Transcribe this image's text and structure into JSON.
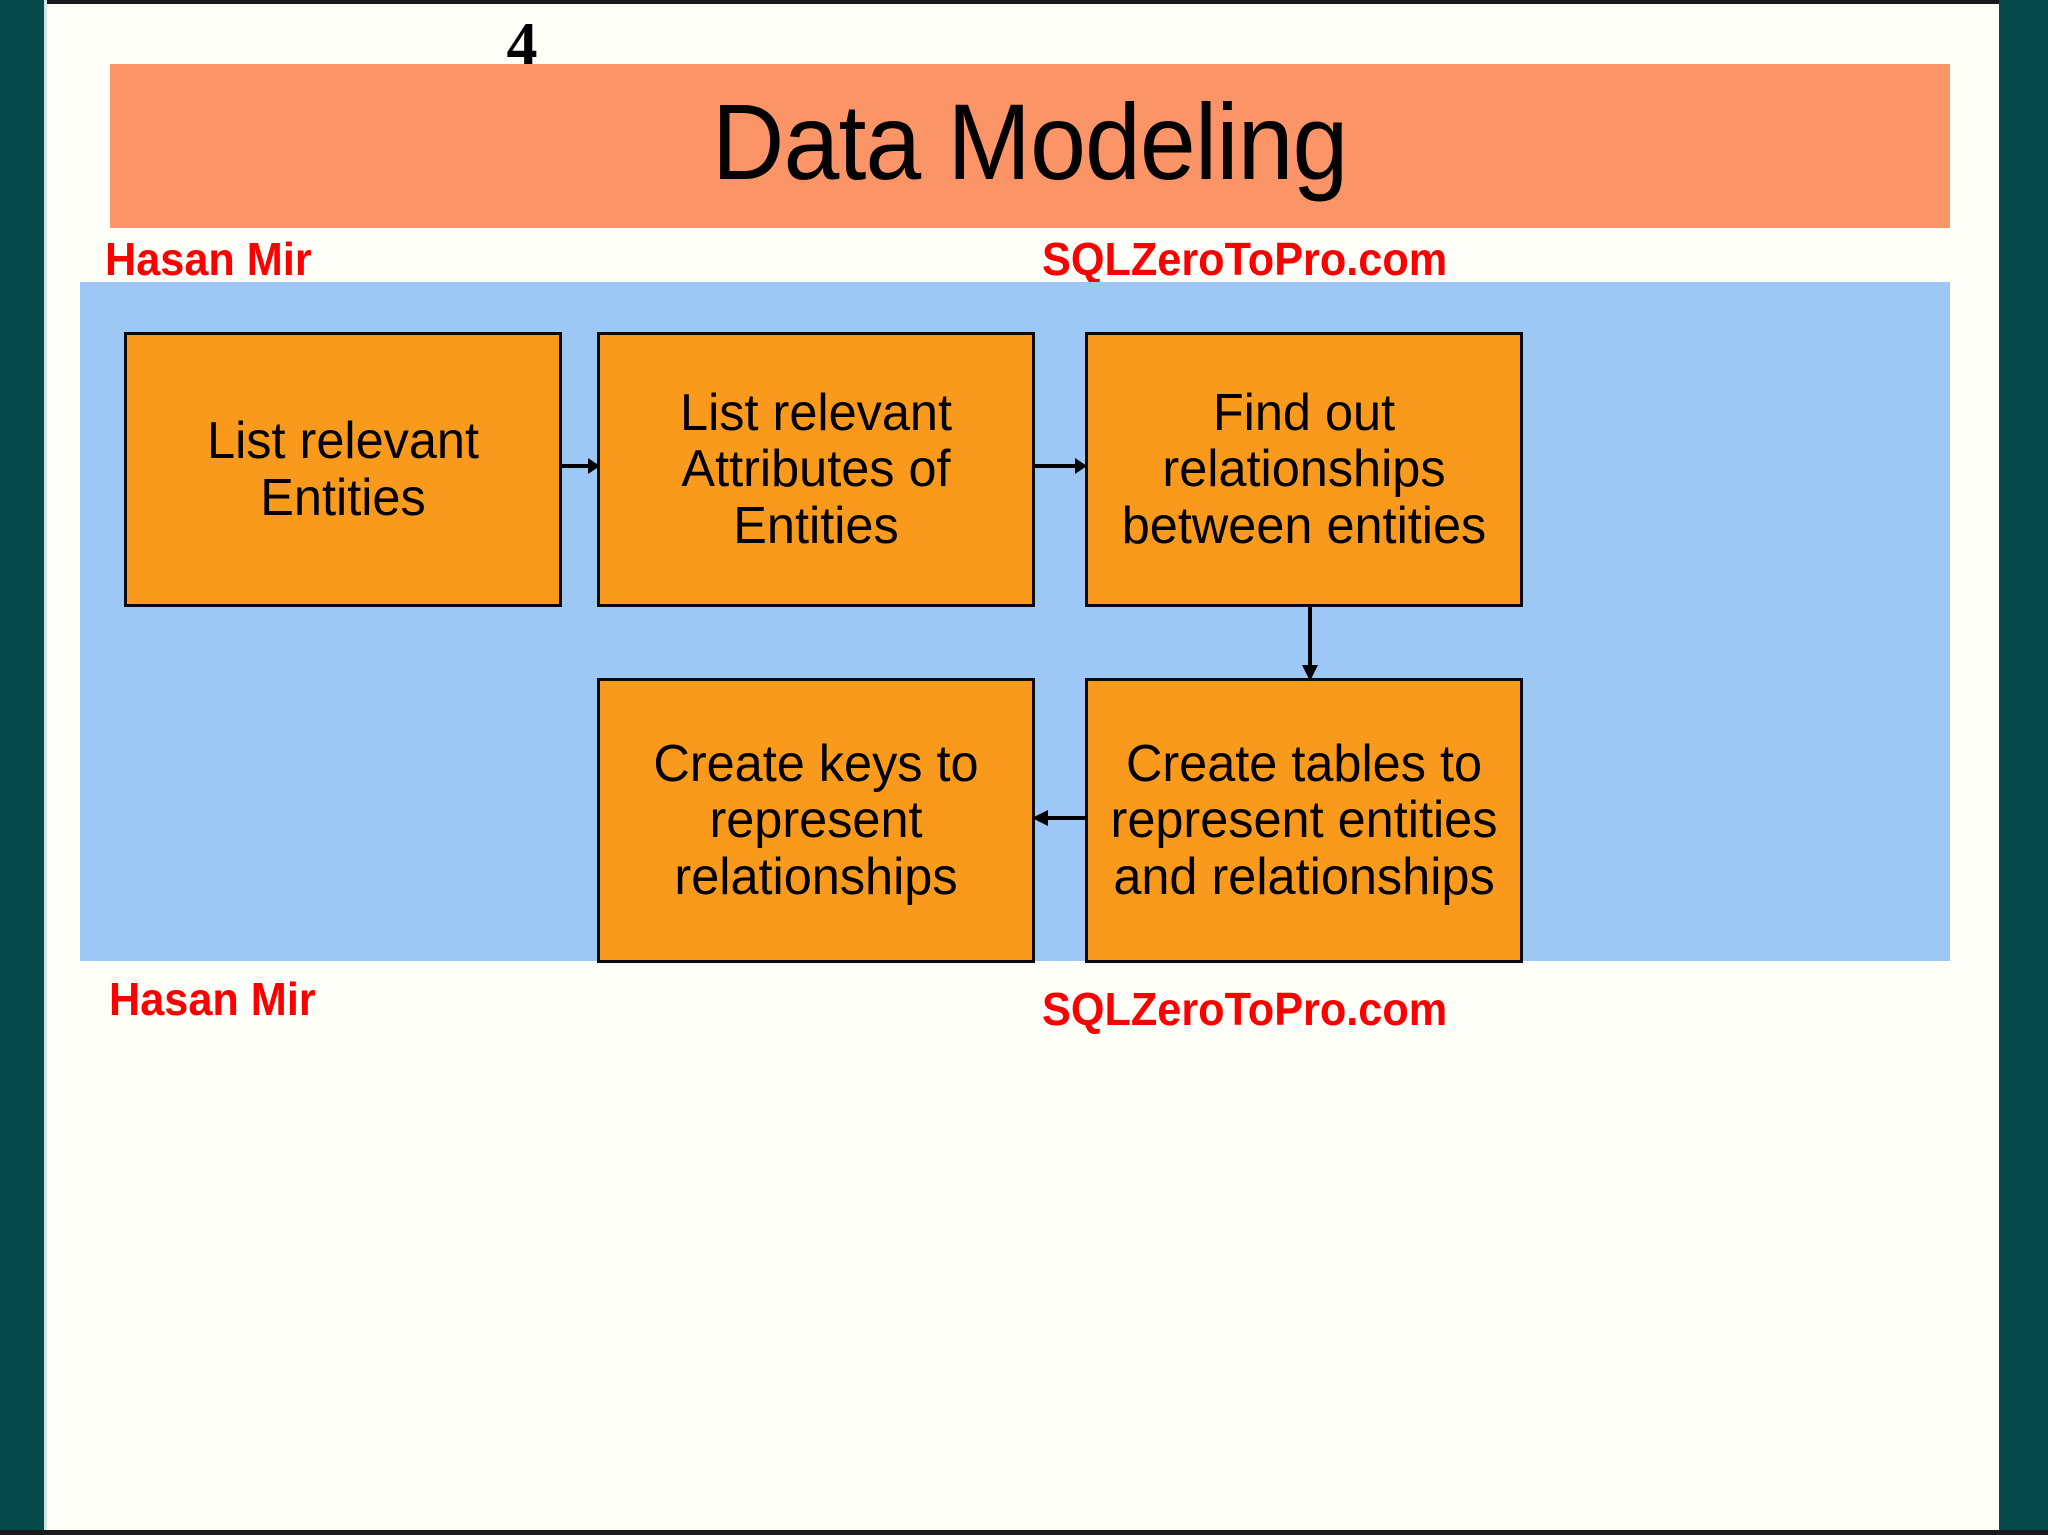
{
  "slide": {
    "page_number": "4",
    "title": "Data Modeling",
    "title_bar_color": "#FB9466",
    "panel_color": "#9DC8F5",
    "box_color": "#F99A1D",
    "frame_color": "#06494B",
    "watermark_color": "#FC0000"
  },
  "watermarks": {
    "author_top": "Hasan Mir",
    "site_top": "SQLZeroToPro.com",
    "author_bottom": "Hasan Mir",
    "site_bottom": "SQLZeroToPro.com"
  },
  "diagram": {
    "type": "flowchart",
    "boxes": [
      {
        "id": "entities",
        "label": "List relevant Entities",
        "row": 1,
        "col": 1
      },
      {
        "id": "attributes",
        "label": "List relevant Attributes of Entities",
        "row": 1,
        "col": 2
      },
      {
        "id": "relationships",
        "label": "Find out relationships between entities",
        "row": 1,
        "col": 3
      },
      {
        "id": "keys",
        "label": "Create keys to represent relationships",
        "row": 2,
        "col": 2
      },
      {
        "id": "tables",
        "label": "Create tables to represent entities and relationships",
        "row": 2,
        "col": 3
      }
    ],
    "arrows": [
      {
        "from": "entities",
        "to": "attributes",
        "direction": "right"
      },
      {
        "from": "attributes",
        "to": "relationships",
        "direction": "right"
      },
      {
        "from": "relationships",
        "to": "tables",
        "direction": "down"
      },
      {
        "from": "tables",
        "to": "keys",
        "direction": "left"
      }
    ]
  }
}
